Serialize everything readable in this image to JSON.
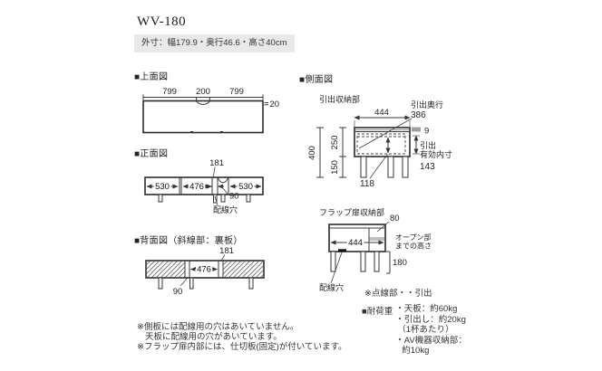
{
  "page": {
    "title": "WV-180",
    "spec": "外寸：幅179.9・奥行46.6・高さ40cm"
  },
  "top_view": {
    "heading": "■上面図",
    "dim_left": "799",
    "dim_center": "200",
    "dim_right": "799",
    "dim_thickness": "20"
  },
  "front_view": {
    "heading": "■正面図",
    "dim_left": "530",
    "dim_center": "476",
    "dim_niche": "181",
    "dim_hole": "90",
    "dim_right": "530",
    "label_hole": "配線穴"
  },
  "back_view": {
    "heading": "■背面図（斜線部：裏板）",
    "dim_center": "476",
    "dim_niche": "181",
    "dim_hole": "90"
  },
  "side_view": {
    "heading": "■側面図",
    "label_storage": "引出収納部",
    "dim_depth": "444",
    "label_drawer_depth": "引出奥行",
    "dim_drawer_depth": "386",
    "dim_top_thickness": "9",
    "dim_height": "400",
    "dim_body": "250",
    "dim_leg": "150",
    "label_inner_1": "引出",
    "label_inner_2": "有効内寸",
    "dim_inner": "143",
    "dim_bottom": "118"
  },
  "flap_view": {
    "heading": "フラップ扉収納部",
    "dim_top": "80",
    "dim_depth": "444",
    "label_open_1": "オープン部",
    "label_open_2": "までの高さ",
    "dim_open_height": "180",
    "label_hole": "配線穴"
  },
  "notes": {
    "dotted": "※点線部・・引出",
    "load_title": "■耐荷重",
    "load_items": [
      "・天板：約60kg",
      "・引出し：約20kg",
      "（1杯あたり）",
      "・AV機器収納部：",
      "約10kg"
    ],
    "bottom": [
      "※側板には配線用の穴はあいていません。",
      "天板に配線用の穴があいています。",
      "※フラップ扉内部には、仕切板(固定)が付いています。"
    ]
  }
}
